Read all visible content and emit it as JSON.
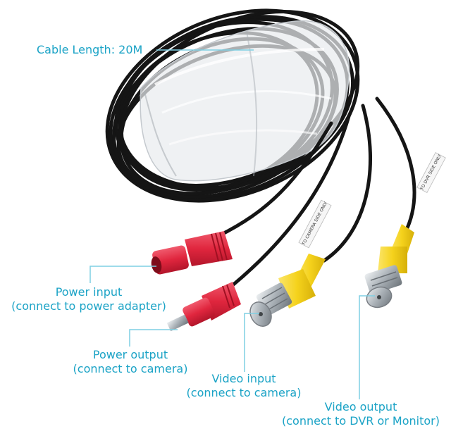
{
  "labels": {
    "cable_length": "Cable Length: 20M",
    "power_input": {
      "line1": "Power input",
      "line2": "(connect to power adapter)"
    },
    "power_output": {
      "line1": "Power output",
      "line2": "(connect to camera)"
    },
    "video_input": {
      "line1": "Video input",
      "line2": "(connect to camera)"
    },
    "video_output": {
      "line1": "Video output",
      "line2": "(connect to DVR or Monitor)"
    }
  },
  "cable_print": {
    "tag_left": "TO CAMERA SIDE ONLY",
    "tag_right": "TO DVR SIDE ONLY"
  },
  "colors": {
    "label_text": "#1ba3c6",
    "leader_line": "#7fcfe3",
    "cable_black": "#151515",
    "power_plug_red": "#e0263e",
    "bnc_yellow": "#f5d21c",
    "bnc_metal": "#c9ced2"
  }
}
